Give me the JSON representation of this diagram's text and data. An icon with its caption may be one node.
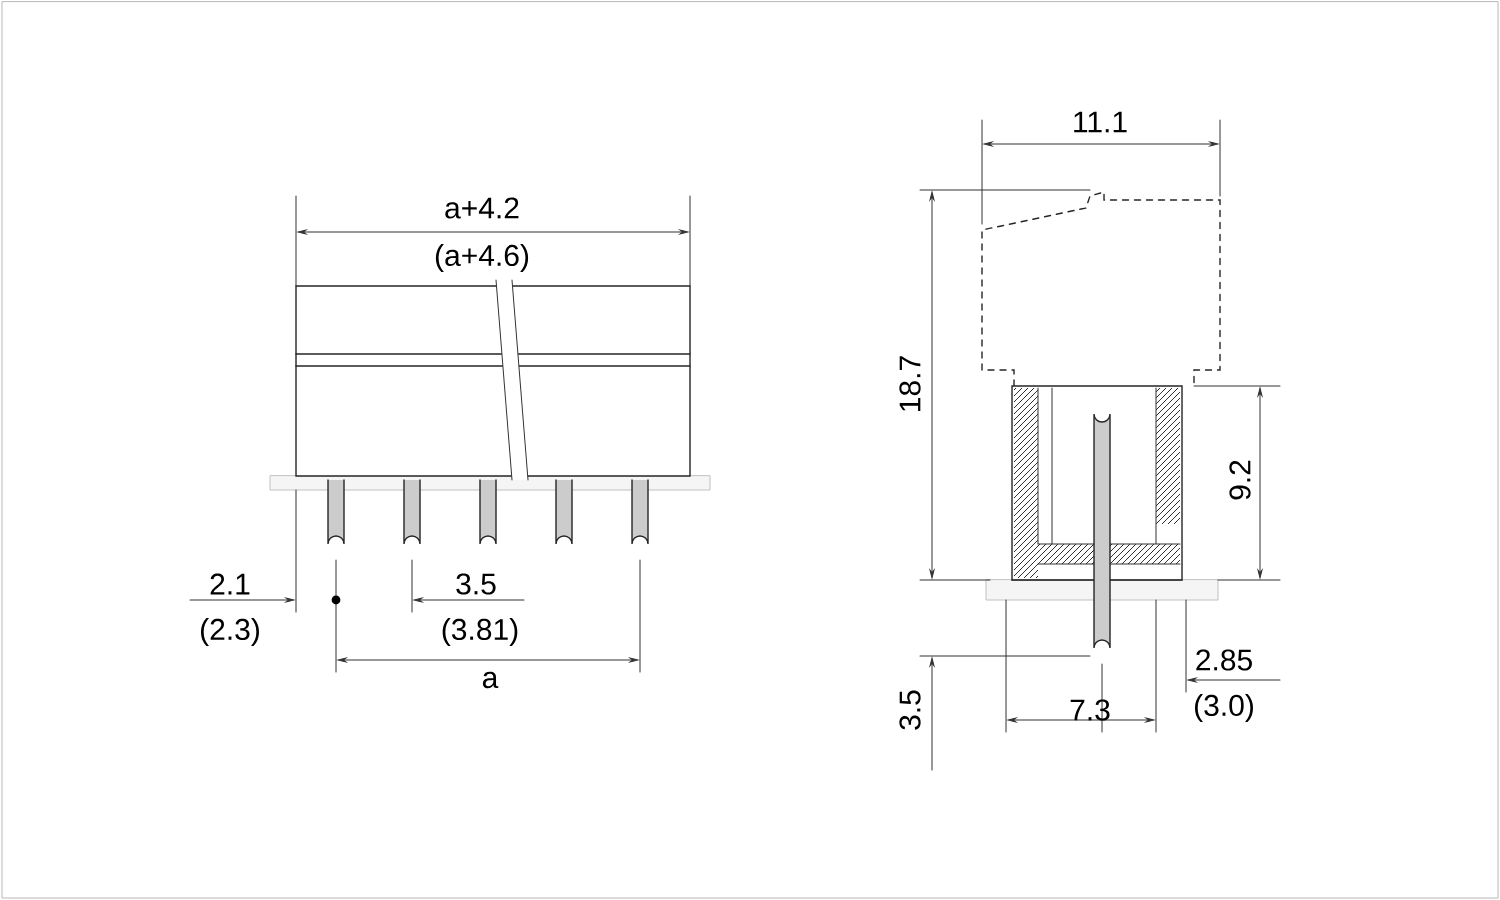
{
  "diagram": {
    "labels": [
      "a+4.2",
      "(a+4.6)",
      "11.1",
      "18.7",
      "9.2",
      "2.1",
      "(2.3)",
      "3.5",
      "(3.81)",
      "a",
      "2.85",
      "(3.0)",
      "3.5",
      "7.3"
    ]
  }
}
